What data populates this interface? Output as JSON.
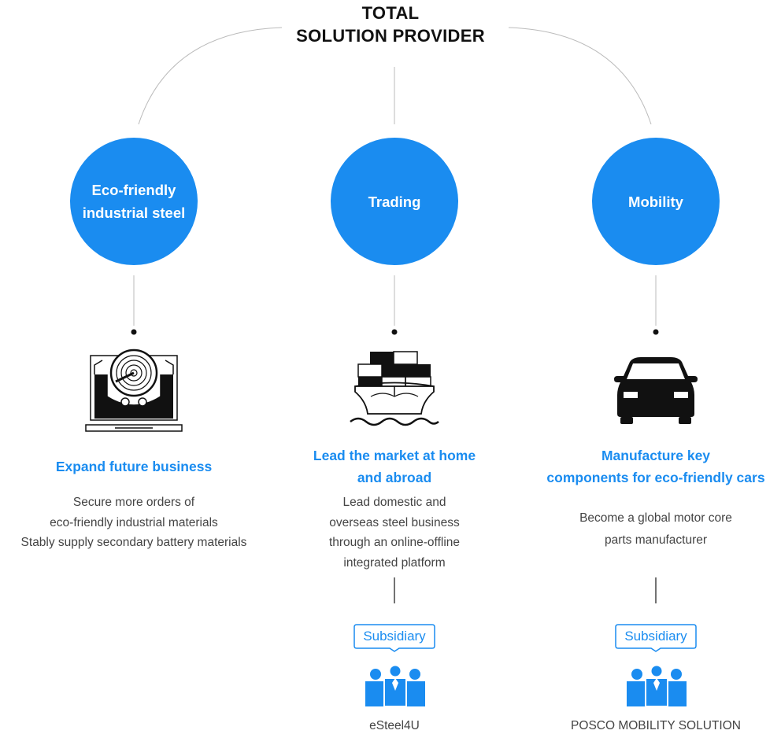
{
  "title": {
    "line1": "TOTAL",
    "line2": "SOLUTION PROVIDER"
  },
  "colors": {
    "accent": "#1a8cf0",
    "icon_dark": "#111111",
    "text": "#444444",
    "line": "#bbbbbb"
  },
  "pillars": [
    {
      "circle_label": [
        "Eco-friendly",
        "industrial steel"
      ],
      "icon": "steel-coil-icon",
      "headline": [
        "Expand future business"
      ],
      "description": [
        "Secure more orders of",
        "eco-friendly industrial materials",
        "Stably supply secondary battery materials"
      ]
    },
    {
      "circle_label": [
        "Trading"
      ],
      "icon": "cargo-ship-icon",
      "headline": [
        "Lead the market at home",
        "and abroad"
      ],
      "description": [
        "Lead domestic and",
        "overseas steel business",
        "through an online-offline",
        "integrated platform"
      ],
      "subsidiary": {
        "badge": "Subsidiary",
        "icon": "people-group-icon",
        "name": "eSteel4U"
      }
    },
    {
      "circle_label": [
        "Mobility"
      ],
      "icon": "car-icon",
      "headline": [
        "Manufacture key",
        "components for eco-friendly cars"
      ],
      "description": [
        "Become a global motor core",
        "parts manufacturer"
      ],
      "subsidiary": {
        "badge": "Subsidiary",
        "icon": "people-group-icon",
        "name": "POSCO MOBILITY SOLUTION"
      }
    }
  ]
}
